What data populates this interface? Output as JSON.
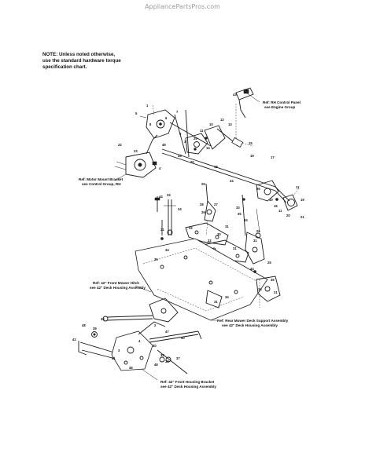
{
  "watermark": "AppliancePartsPros.com",
  "note": {
    "line1": "NOTE: Unless noted otherwise,",
    "line2": "use the standard hardware torque",
    "line3": "specification chart."
  },
  "callouts": {
    "rh_control_panel": {
      "line1": "Ref: RH Control Panel",
      "line2": "see Engine Group"
    },
    "motor_mount_bracket": {
      "line1": "Ref: Motor Mount Bracket",
      "line2": "see Control Group, RH"
    },
    "front_mower_hitch": {
      "line1": "Ref: 42\" Front Mower Hitch",
      "line2": "see 42\" Deck Housing Assembly"
    },
    "rear_mower_deck_support": {
      "line1": "Ref: Rear Mower Deck Support Assembly",
      "line2": "see 42\" Deck Housing Assembly"
    },
    "front_housing_bracket": {
      "line1": "Ref: 42\" Front Housing Bracket",
      "line2": "see 42\" Deck Housing Assembly"
    }
  },
  "part_numbers": {
    "n1": "1",
    "n2": "2",
    "n3": "3",
    "n4": "4",
    "n5": "5",
    "n6": "6",
    "n7": "7",
    "n8": "8",
    "n9": "9",
    "n10": "10",
    "n11": "11",
    "n12": "12",
    "n13": "13",
    "n14": "14",
    "n15": "15",
    "n16": "16",
    "n17": "17",
    "n18": "18",
    "n19": "19",
    "n20": "20",
    "n21": "21",
    "n22": "22",
    "n23": "23",
    "n24": "24",
    "n25": "25",
    "n26": "26",
    "n27": "27",
    "n28": "28",
    "n29": "29",
    "n30": "30",
    "n31": "31",
    "n32": "32",
    "n33": "33",
    "n34": "34",
    "n35": "35",
    "n36": "36",
    "n37": "37",
    "n38": "38",
    "n39": "39",
    "n40": "40",
    "n41": "41",
    "n42": "42",
    "n43": "43",
    "n44": "44",
    "n45": "45",
    "n46": "46",
    "n47": "47",
    "n48": "48",
    "n49": "49"
  }
}
